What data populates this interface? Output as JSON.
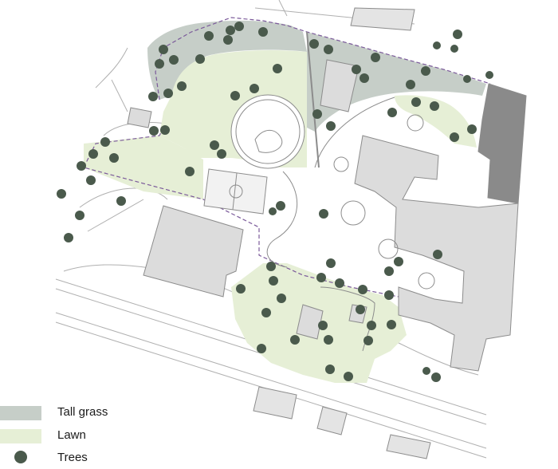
{
  "colors": {
    "tall_grass": "#c6cec8",
    "lawn": "#e6efd6",
    "tree": "#4a5a4c",
    "building_light": "#dcdcdc",
    "building_dark": "#8a8a8a",
    "outline": "#8c8c8c",
    "boundary": "#7b5a9a"
  },
  "legend": {
    "items": [
      {
        "label": "Tall grass",
        "kind": "swatch",
        "color": "#c6cec8"
      },
      {
        "label": "Lawn",
        "kind": "swatch",
        "color": "#e6efd6"
      },
      {
        "label": "Trees",
        "kind": "dot",
        "color": "#4a5a4c"
      }
    ]
  }
}
